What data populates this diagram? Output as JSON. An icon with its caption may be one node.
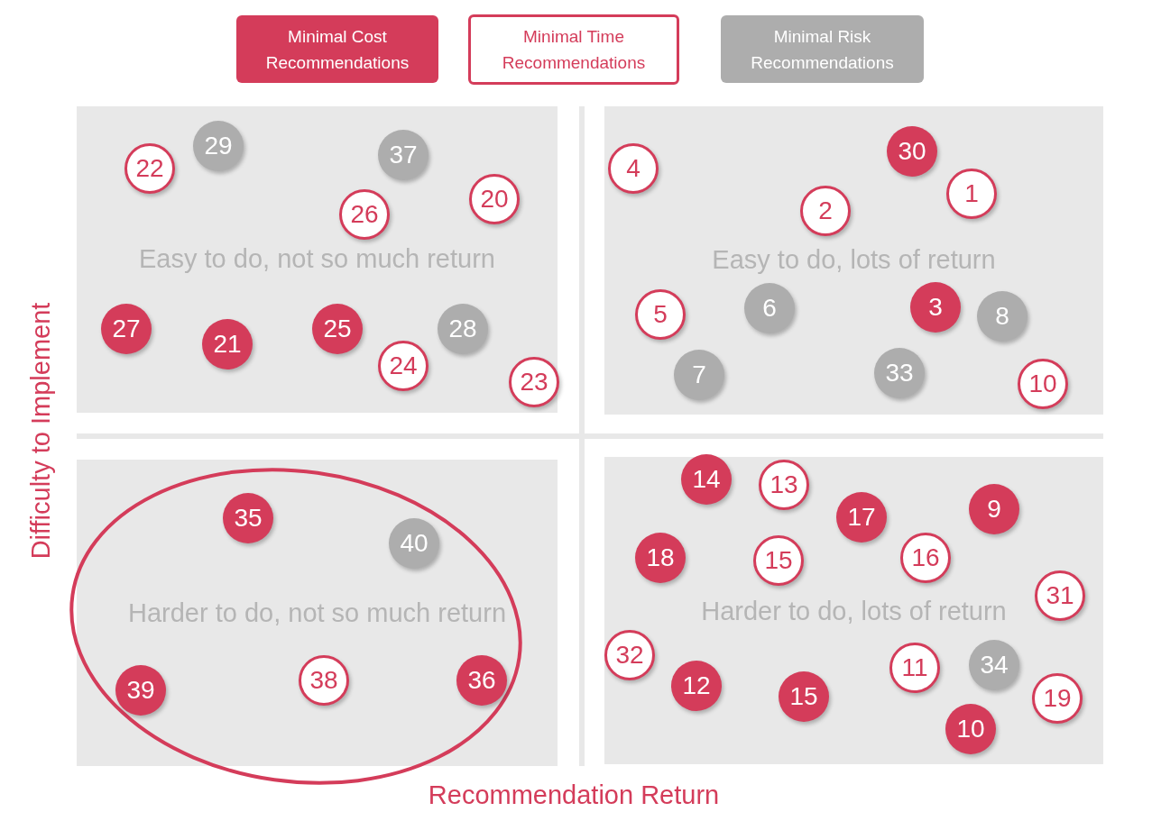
{
  "diagram": {
    "nodes": [
      {
        "text": [
          "Easy to do, not so much return"
        ]
      },
      {
        "text": [
          "22"
        ],
        "in": 0
      },
      {
        "text": [
          "29"
        ],
        "in": 0
      },
      {
        "text": [
          "37"
        ],
        "in": 0
      },
      {
        "text": [
          "26"
        ],
        "in": 0
      },
      {
        "text": [
          "20"
        ],
        "in": 0
      },
      {
        "text": [
          "27"
        ],
        "in": 0
      },
      {
        "text": [
          "21"
        ],
        "in": 0
      },
      {
        "text": [
          "25"
        ],
        "in": 0
      },
      {
        "text": [
          "28"
        ],
        "in": 0
      },
      {
        "text": [
          "24"
        ],
        "in": 0
      },
      {
        "text": [
          "23"
        ],
        "in": 0
      },
      {
        "text": [
          "Easy to do, lots of return"
        ]
      },
      {
        "text": [
          "4"
        ],
        "in": 12
      },
      {
        "text": [
          "30"
        ],
        "in": 12
      },
      {
        "text": [
          "1"
        ],
        "in": 12
      },
      {
        "text": [
          "2"
        ],
        "in": 12
      },
      {
        "text": [
          "5"
        ],
        "in": 12
      },
      {
        "text": [
          "6"
        ],
        "in": 12
      },
      {
        "text": [
          "3"
        ],
        "in": 12
      },
      {
        "text": [
          "8"
        ],
        "in": 12
      },
      {
        "text": [
          "7"
        ],
        "in": 12
      },
      {
        "text": [
          "33"
        ],
        "in": 12
      },
      {
        "text": [
          "10"
        ],
        "in": 12
      },
      {
        "text": [
          "Harder to do, not so much return"
        ]
      },
      {
        "text": [
          "35"
        ],
        "in": 24
      },
      {
        "text": [
          "40"
        ],
        "in": 24
      },
      {
        "text": [
          "39"
        ],
        "in": 24
      },
      {
        "text": [
          "38"
        ],
        "in": 24
      },
      {
        "text": [
          "36"
        ],
        "in": 24
      },
      {
        "text": [
          "Harder to do, lots of return"
        ]
      },
      {
        "text": [
          "14"
        ],
        "in": 30
      },
      {
        "text": [
          "13"
        ],
        "in": 30
      },
      {
        "text": [
          "17"
        ],
        "in": 30
      },
      {
        "text": [
          "9"
        ],
        "in": 30
      },
      {
        "text": [
          "18"
        ],
        "in": 30
      },
      {
        "text": [
          "15"
        ],
        "in": 30
      },
      {
        "text": [
          "16"
        ],
        "in": 30
      },
      {
        "text": [
          "31"
        ],
        "in": 30
      },
      {
        "text": [
          "32"
        ],
        "in": 30
      },
      {
        "text": [
          "11"
        ],
        "in": 30
      },
      {
        "text": [
          "34"
        ],
        "in": 30
      },
      {
        "text": [
          "12"
        ],
        "in": 30
      },
      {
        "text": [
          "15"
        ],
        "in": 30
      },
      {
        "text": [
          "19"
        ],
        "in": 30
      },
      {
        "text": [
          "10"
        ],
        "in": 30
      }
    ],
    "edges": [],
    "labels": [
      "Difficulty to Implement",
      "Recommendation Return"
    ],
    "legend": [
      {
        "text": "Minimal Cost Recommendations",
        "color": "#d43c5a"
      },
      {
        "text": "Minimal Time Recommendations",
        "color": "#ffffff"
      },
      {
        "text": "Minimal Risk Recommendations",
        "color": "#adadad"
      }
    ]
  }
}
